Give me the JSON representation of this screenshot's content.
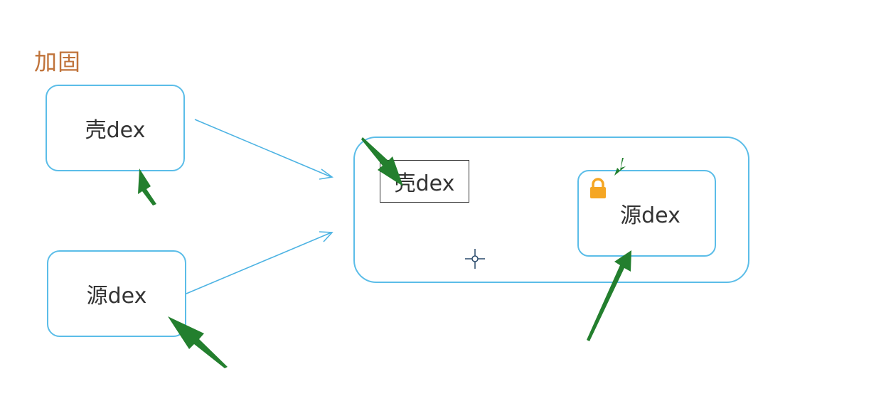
{
  "title": "加固",
  "nodes": {
    "shell_dex": "壳dex",
    "source_dex": "源dex",
    "inner_shell_dex": "壳dex",
    "inner_source_dex": "源dex"
  },
  "colors": {
    "title": "#c0733a",
    "box_border": "#5bbde8",
    "connector": "#4db3e3",
    "annotation_arrow": "#237f2e",
    "lock": "#f5a623"
  },
  "icons": {
    "lock": "lock-icon",
    "cursor": "crosshair-cursor-icon"
  }
}
